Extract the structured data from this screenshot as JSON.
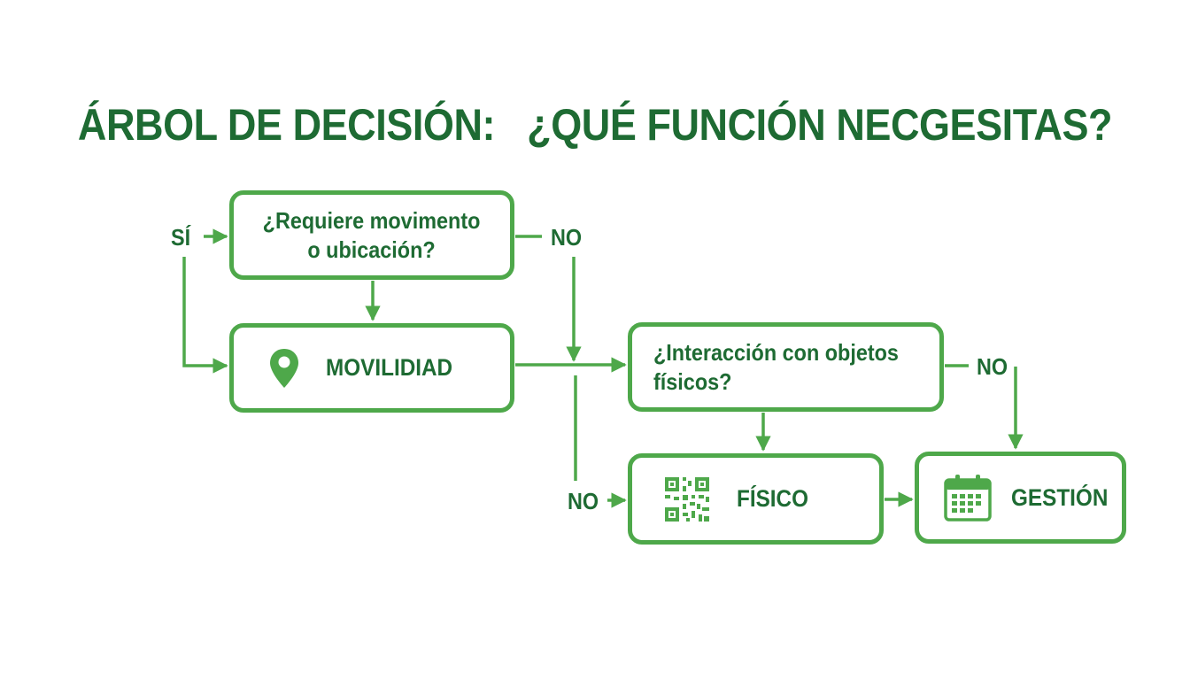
{
  "title": "ÁRBOL DE DECISIÓN:   ¿QUÉ FUNCIÓN NECGESITAS?",
  "nodes": {
    "q1": {
      "line1": "¿Requiere movimento",
      "line2": "o ubicación?"
    },
    "movilidad": {
      "label": "MOVILIDIAD",
      "icon": "location-pin-icon"
    },
    "q2": {
      "line1": "¿Interacción con objetos",
      "line2": "físicos?"
    },
    "fisico": {
      "label": "FÍSICO",
      "icon": "qr-code-icon"
    },
    "gestion": {
      "label": "GESTIÓN",
      "icon": "calendar-icon"
    }
  },
  "edge_labels": {
    "si": "SÍ",
    "no1": "NO",
    "no2": "NO",
    "no3": "NO"
  },
  "colors": {
    "text": "#1e6b33",
    "line": "#4ea84a"
  }
}
